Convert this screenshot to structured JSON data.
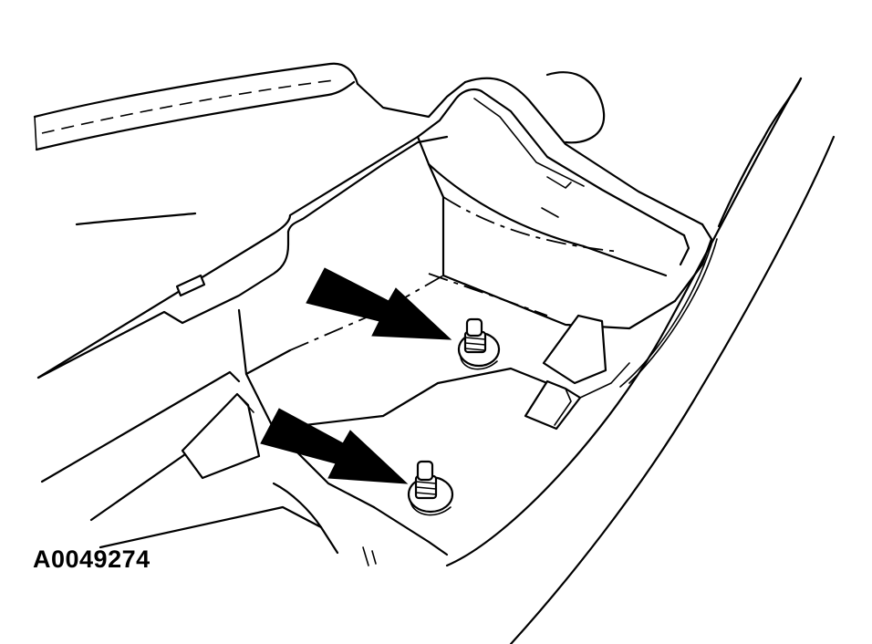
{
  "figure": {
    "id_label": "A0049274",
    "subject": "console-bin-mounting-bolts",
    "callouts": [
      {
        "name": "upper-bolt-arrow",
        "points_to": "upper-bolt"
      },
      {
        "name": "lower-bolt-arrow",
        "points_to": "lower-bolt"
      }
    ]
  },
  "colors": {
    "line": "#000000",
    "background": "#ffffff"
  }
}
